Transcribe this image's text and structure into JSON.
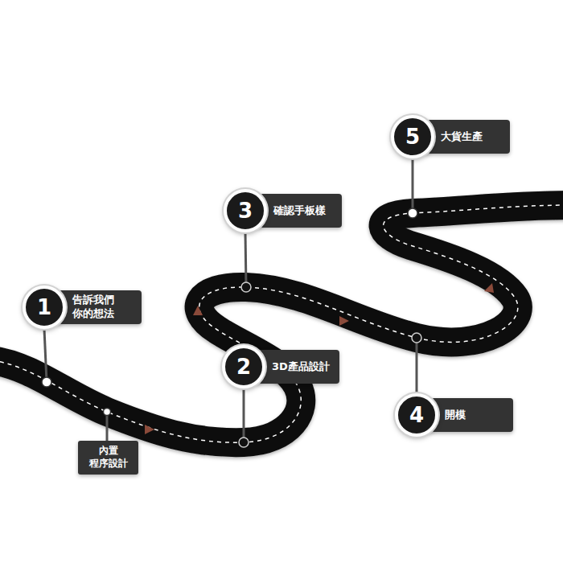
{
  "diagram": {
    "nodes": [
      {
        "text": [
          "1",
          "告訴我們 你的想法"
        ]
      },
      {
        "text": [
          "內置 程序設計"
        ]
      },
      {
        "text": [
          "2",
          "3D產品設計"
        ]
      },
      {
        "text": [
          "3",
          "確認手板樣"
        ]
      },
      {
        "text": [
          "4",
          "開模"
        ]
      },
      {
        "text": [
          "5",
          "大貨生產"
        ]
      }
    ]
  }
}
